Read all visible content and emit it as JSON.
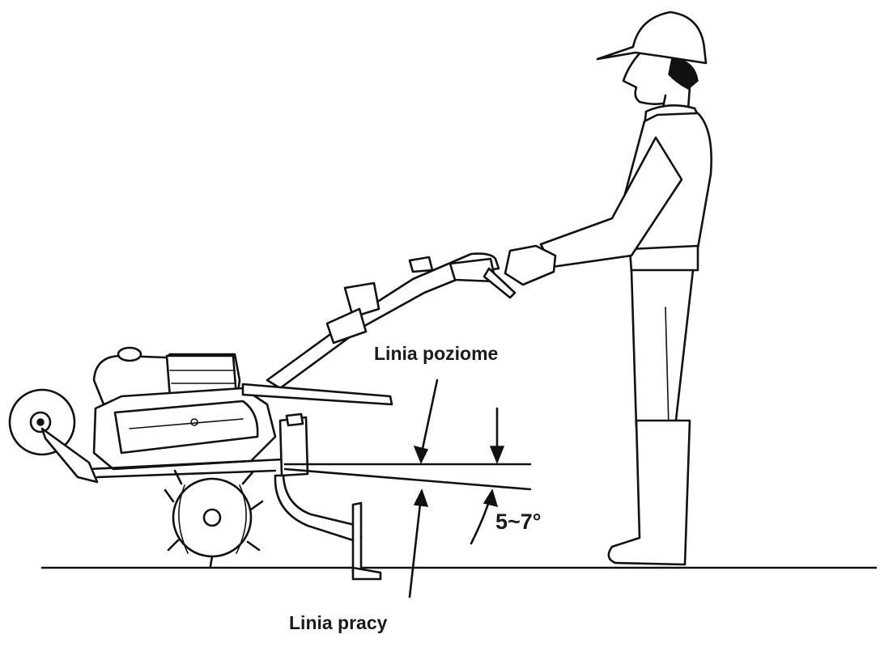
{
  "labels": {
    "horizontal_line": "Linia poziome",
    "working_line": "Linia pracy",
    "angle": "5~7°"
  },
  "colors": {
    "ink": "#111111",
    "background": "#ffffff"
  }
}
